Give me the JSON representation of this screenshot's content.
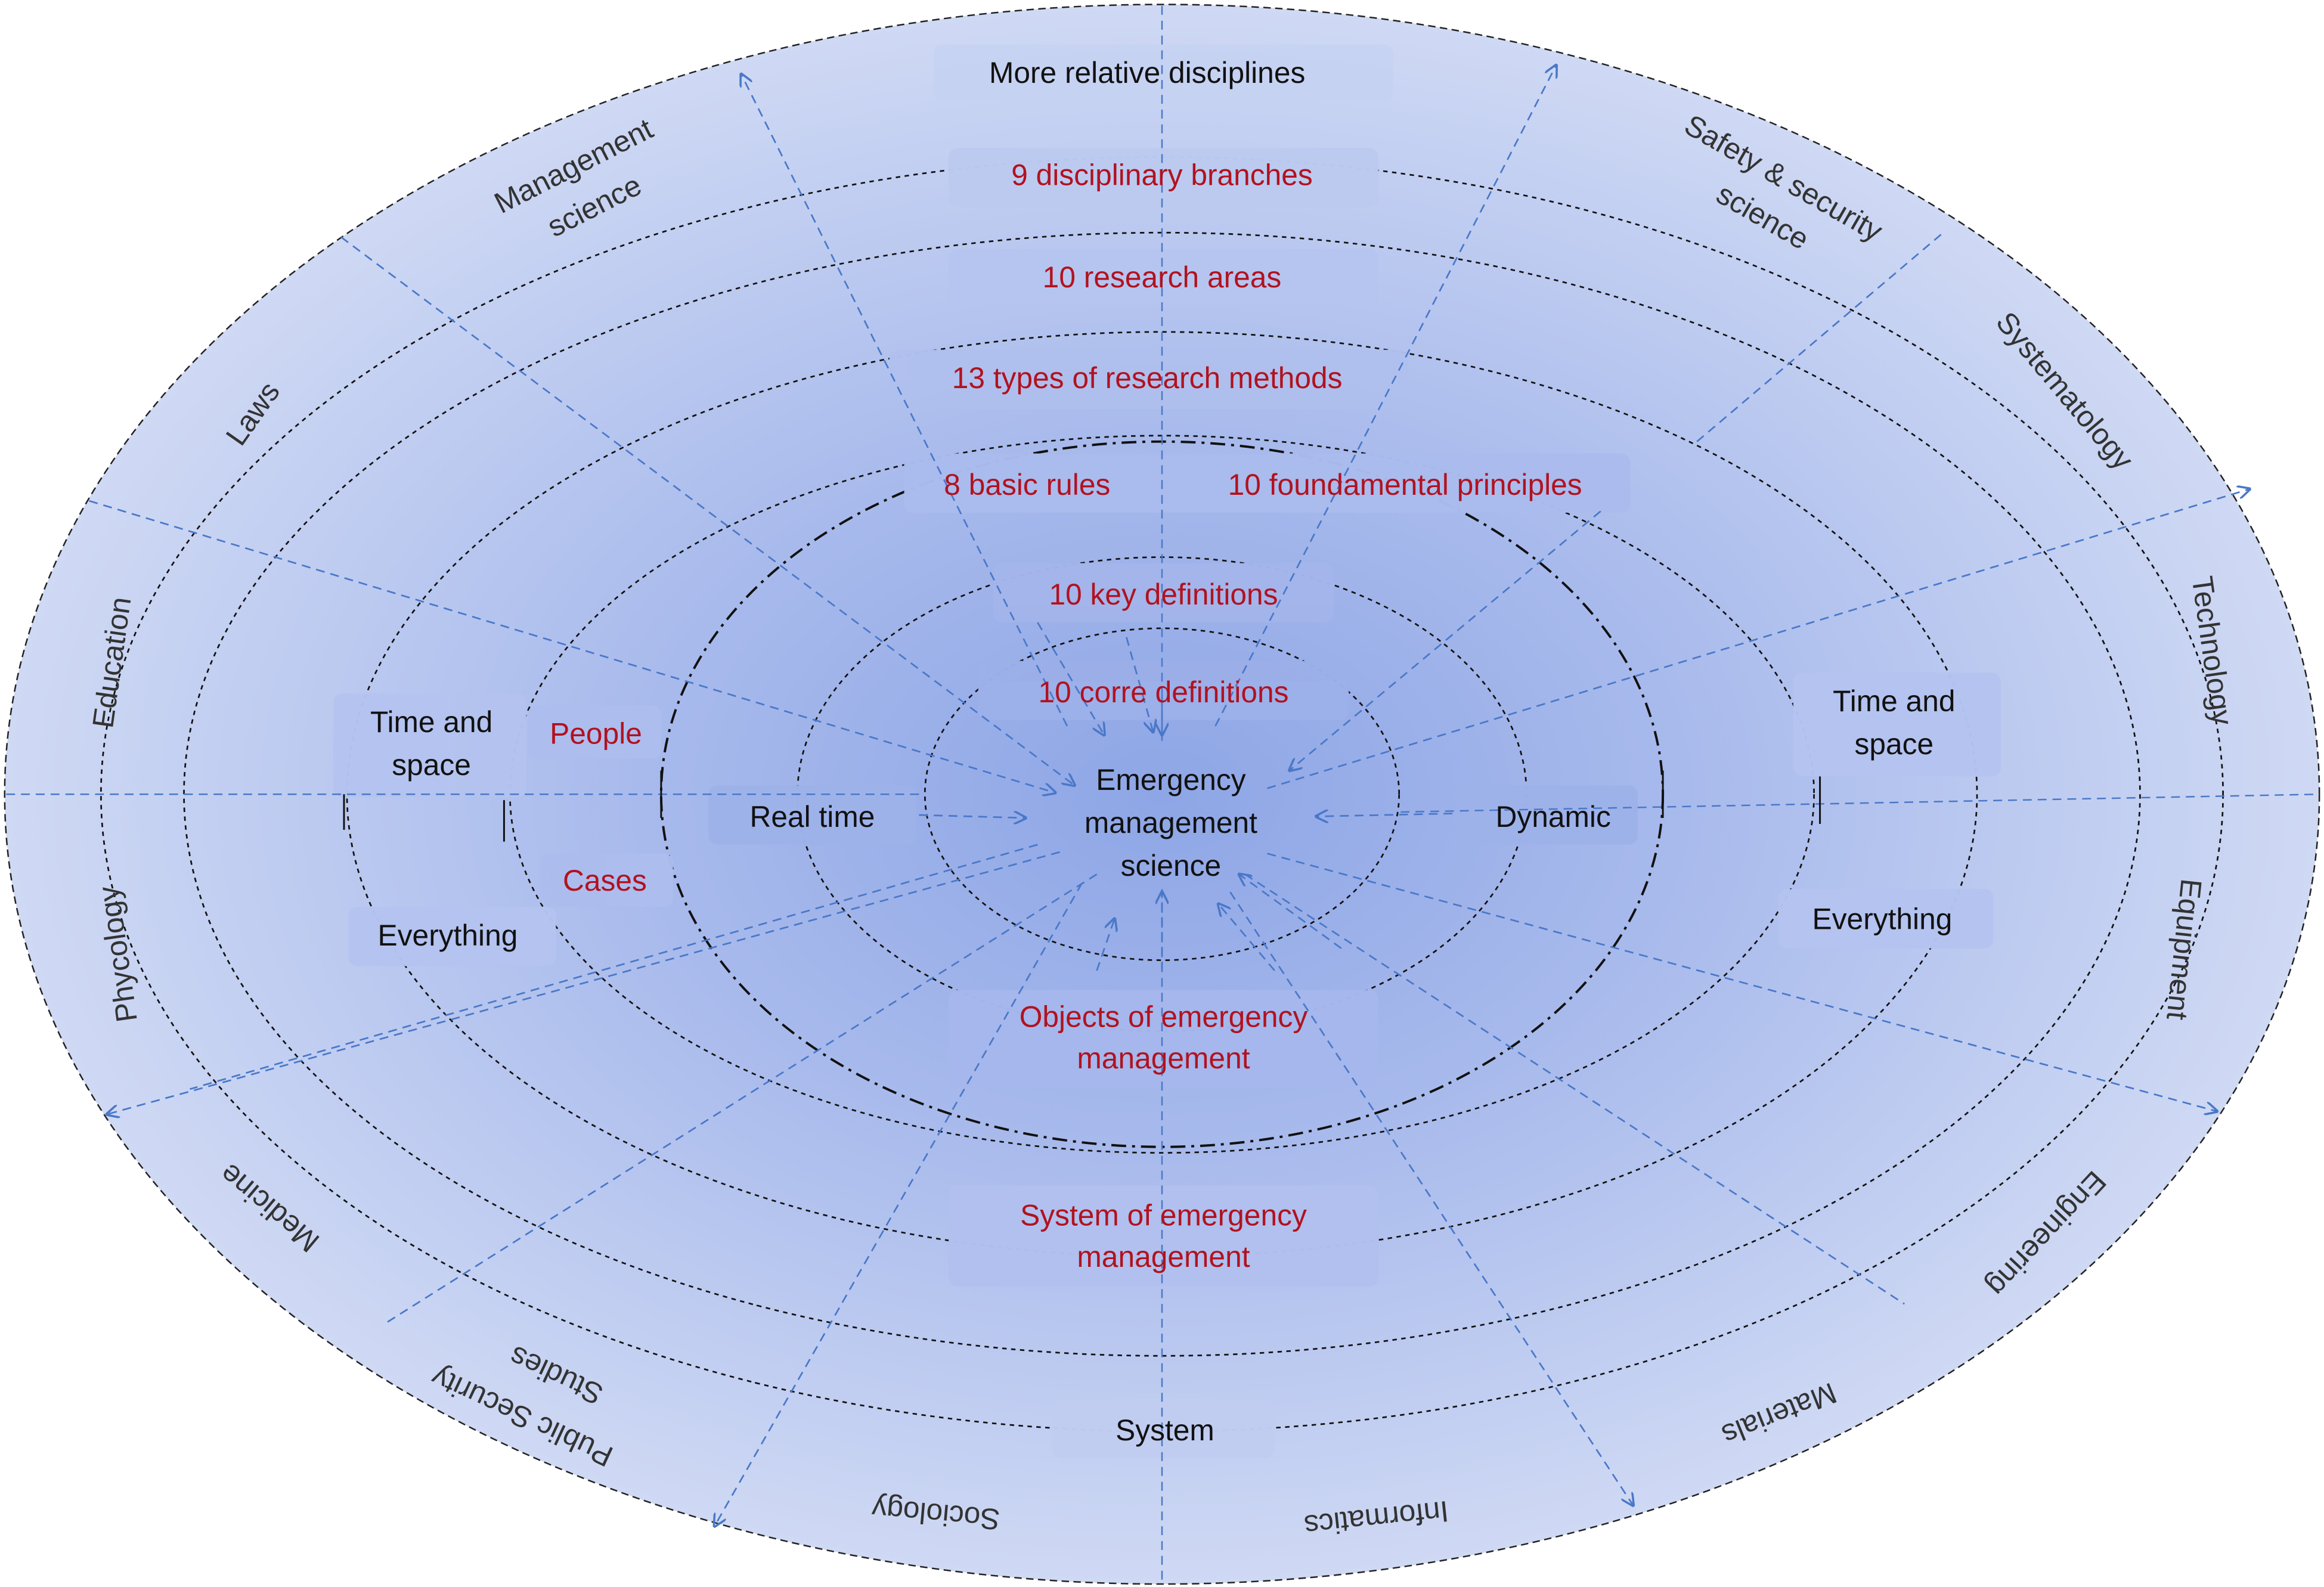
{
  "center_title": [
    "Emergency",
    "management",
    "science"
  ],
  "inner_nodes": {
    "left": "Real time",
    "right": "Dynamic",
    "system_bottom": "System"
  },
  "top_labels": {
    "more_disciplines": "More relative disciplines",
    "branches": "9 disciplinary branches",
    "areas": "10 research areas",
    "methods": "13 types of research methods",
    "rules": "8 basic rules",
    "principles": "10 foundamental principles",
    "key_definitions": "10 key definitions",
    "corre_definitions": "10 corre definitions"
  },
  "bottom_labels": {
    "objects": [
      "Objects of emergency",
      "management"
    ],
    "system": [
      "System of emergency",
      "management"
    ]
  },
  "side_labels": {
    "left_time_space": [
      "Time and",
      "space"
    ],
    "left_everything": "Everything",
    "people": "People",
    "cases": "Cases",
    "right_time_space": [
      "Time and",
      "space"
    ],
    "right_everything": "Everything"
  },
  "disciplines": {
    "management_science": [
      "Management",
      "science"
    ],
    "laws": "Laws",
    "education": "Education",
    "phycology": "Phycology",
    "medicine": "Medicine",
    "public_security": [
      "Public Security",
      "Studies"
    ],
    "sociology": "Sociology",
    "informatics": "Informatics",
    "materials": "Materials",
    "engineering": "Engineering",
    "equipment": "Equipment",
    "technology": "Technology",
    "systematology": "Systematology",
    "safety_security": [
      "Safety & security",
      "science"
    ]
  },
  "colors": {
    "red_label": "#b1121f",
    "black_label": "#111111",
    "arrow_blue": "#4a78c8",
    "ellipse_outer": "#c9d4f1",
    "ellipse_inner": "#8ea6e6"
  }
}
